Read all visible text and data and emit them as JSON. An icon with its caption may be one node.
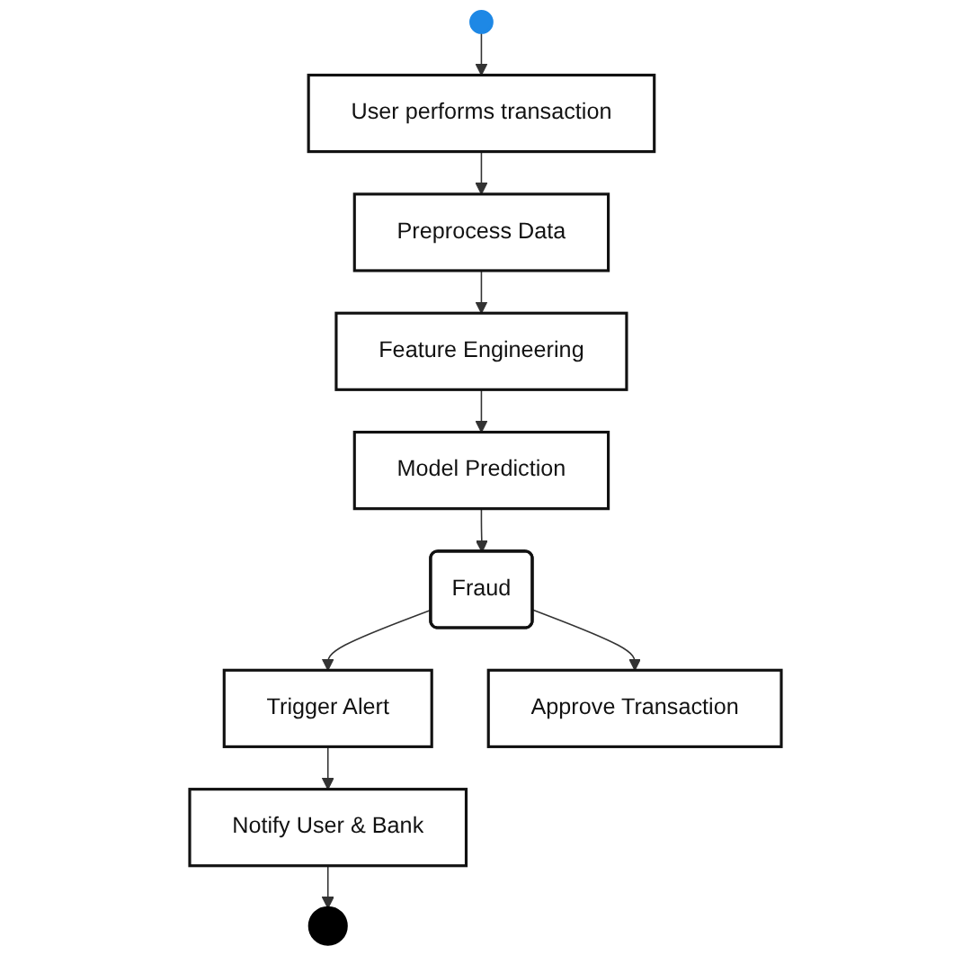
{
  "diagram": {
    "nodes": [
      {
        "text": [],
        "shape": "circle"
      },
      {
        "text": [
          "User performs transaction"
        ]
      },
      {
        "text": [
          "Preprocess Data"
        ]
      },
      {
        "text": [
          "Feature Engineering"
        ]
      },
      {
        "text": [
          "Model Prediction"
        ]
      },
      {
        "text": [
          "Fraud"
        ]
      },
      {
        "text": [
          "Trigger Alert"
        ]
      },
      {
        "text": [
          "Approve Transaction"
        ]
      },
      {
        "text": [
          "Notify User & Bank"
        ]
      },
      {
        "text": [],
        "shape": "circle"
      }
    ],
    "edges": [
      {
        "from": 0,
        "to": 1,
        "arrow": "to"
      },
      {
        "from": 1,
        "to": 2,
        "arrow": "to"
      },
      {
        "from": 2,
        "to": 3,
        "arrow": "to"
      },
      {
        "from": 3,
        "to": 4,
        "arrow": "to"
      },
      {
        "from": 4,
        "to": 5,
        "arrow": "to"
      },
      {
        "from": 5,
        "to": 6,
        "arrow": "to"
      },
      {
        "from": 5,
        "to": 7,
        "arrow": "to"
      },
      {
        "from": 6,
        "to": 8,
        "arrow": "to"
      },
      {
        "from": 8,
        "to": 9,
        "arrow": "to"
      }
    ]
  }
}
